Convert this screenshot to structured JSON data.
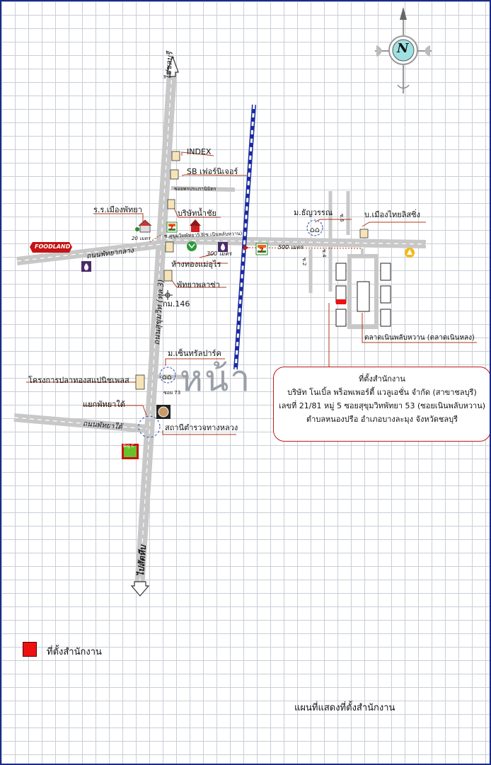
{
  "labels": {
    "to_chonburi": "ไปชลบุรี",
    "to_sattahip": "ไปสัตหีบ",
    "sukhumvit": "ถนนสุขุมวิท (ทล.3)",
    "central_pattaya_rd": "ถนนพัทยากลาง",
    "south_pattaya_rd": "ถนนพัทยาใต้",
    "index": "INDEX",
    "sb_furniture": "SB เฟอร์นิเจอร์",
    "soi_wetprapa": "ซอยพรประภานิมิตร",
    "nam_chai": "บริษัทน้ำชัย",
    "rr_muang_pattaya": "ร.ร.เมืองพัทยา",
    "dist_20m": "20 เมตร",
    "soi_noen_plub_wan": "ซ.สุขุมวิทพัทยา53(ซ.เนินพลับหวาน)",
    "dist_300m": "300 เมตร",
    "dist_500m": "500 เมตร",
    "gold_shop": "ห้างทองแม่อุไร",
    "pattaya_plaza": "พัทยาพลาซ่า",
    "km146": "กม.146",
    "m_thanyawan": "ม.ธัญวรรณ",
    "b_muang_thai_leasing": "บ.เมืองไทยลิสซิ่ง",
    "soi2": "ซ.2",
    "soi4": "ซ.4",
    "soi6": "ซ.6",
    "market": "ตลาดเนินพลับหวาน (ตลาดเนินหลง)",
    "m_central_park": "ม.เซ็นทรัลปาร์ค",
    "ocean_project": "โครงการปลาทองสแปนิชเพลส",
    "soi73": "ซอย 73",
    "big_text": "หน้า",
    "south_pattaya_jct": "แยกพัทยาใต้",
    "highway_police": "สถานีตำรวจทางหลวง",
    "foodland": "FOODLAND",
    "big_c": "Big C",
    "seven_eleven": "7",
    "compass": "N"
  },
  "office": {
    "title": "ที่ตั้งสำนักงาน",
    "line1": "บริษัท โนเบิ้ล พร็อพเพอร์ตี้ แวลูเอชั่น จำกัด (สาขาชลบุรี)",
    "line2": "เลขที่ 21/81 หมู่ 5 ซอยสุขุมวิทพัทยา 53 (ซอยเนินพลับหวาน)",
    "line3": "ตำบลหนองปรือ อำเภอบางละมุง จังหวัดชลบุรี"
  },
  "legend": {
    "label": "ที่ตั้งสำนักงาน",
    "color": "#ee1111"
  },
  "caption": "แผนที่แสดงที่ตั้งสำนักงาน",
  "colors": {
    "road": "#c8c8c8",
    "railway": "#1a2aa0",
    "leader": "#b03a1a",
    "office": "#ee1111"
  }
}
